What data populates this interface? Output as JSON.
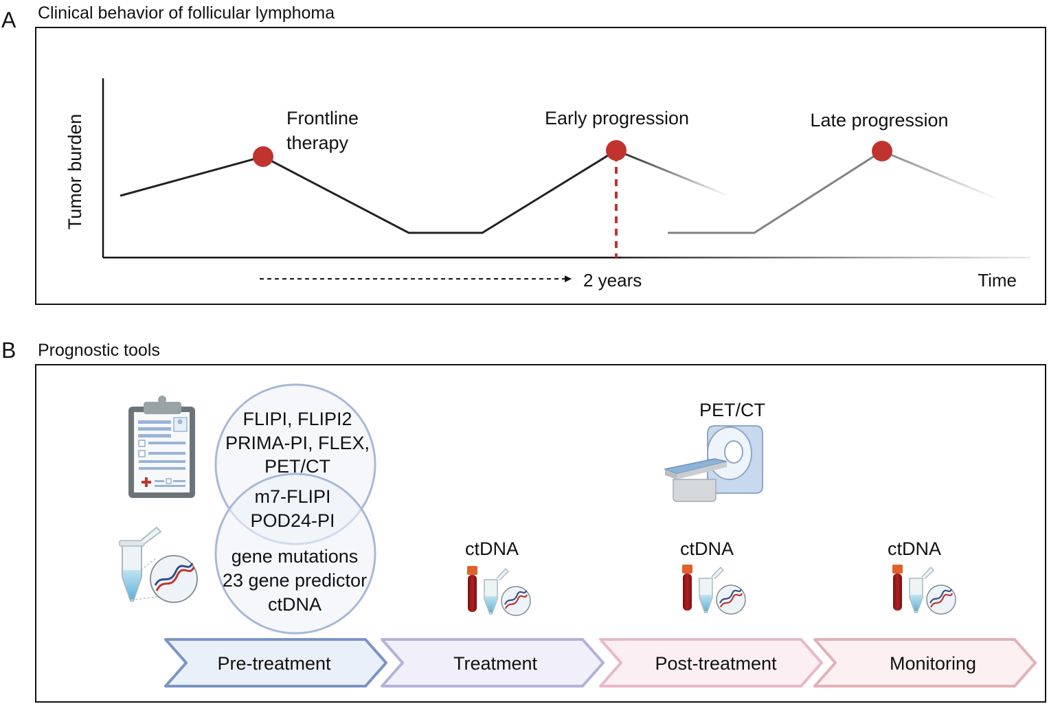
{
  "panel_a": {
    "letter": "A",
    "title": "Clinical behavior of follicular lymphoma",
    "y_axis_label": "Tumor burden",
    "x_axis_label": "Time",
    "events": {
      "frontline_line1": "Frontline",
      "frontline_line2": "therapy",
      "early": "Early progression",
      "late": "Late progression"
    },
    "two_years": "2 years",
    "colors": {
      "marker": "#c0332e",
      "curve": "#222222",
      "late_curve": "#7f8383",
      "dashed": "#c0332e"
    }
  },
  "panel_b": {
    "letter": "B",
    "title": "Prognostic tools",
    "venn": {
      "top_line1": "FLIPI, FLIPI2",
      "top_line2": "PRIMA-PI, FLEX,",
      "top_line3": "PET/CT",
      "overlap_line1": "m7-FLIPI",
      "overlap_line2": "POD24-PI",
      "bottom_line1": "gene mutations",
      "bottom_line2": "23 gene predictor",
      "bottom_line3": "ctDNA"
    },
    "pet_label": "PET/CT",
    "ctdna_labels": [
      "ctDNA",
      "ctDNA",
      "ctDNA"
    ],
    "phases": [
      "Pre-treatment",
      "Treatment",
      "Post-treatment",
      "Monitoring"
    ],
    "icons": {
      "clipboard": "clipboard-icon",
      "sample_tube": "dna-sample-tube-icon",
      "scanner": "pet-ct-scanner-icon",
      "blood": "blood-tube-icon"
    }
  }
}
